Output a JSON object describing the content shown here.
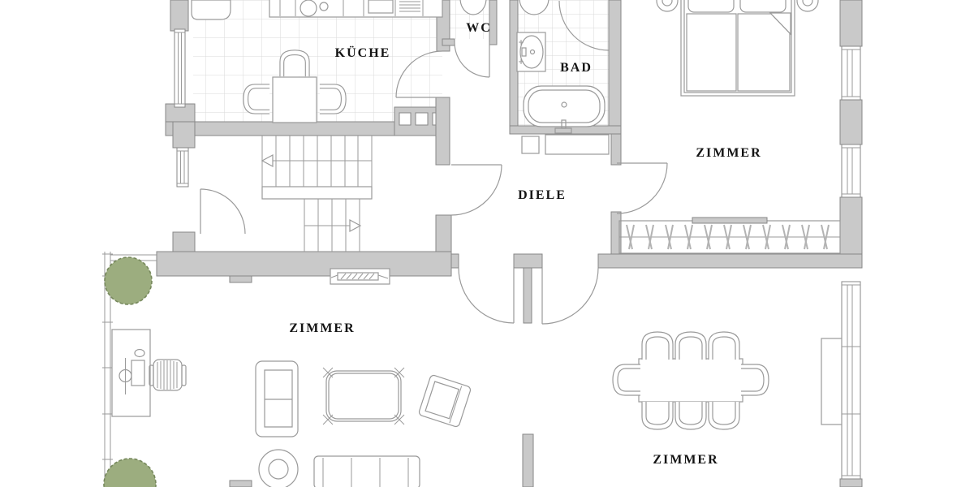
{
  "plan": {
    "kind": "apartment-floor-plan",
    "rooms": {
      "kueche": {
        "label": "KÜCHE"
      },
      "wc": {
        "label": "WC"
      },
      "bad": {
        "label": "BAD"
      },
      "diele": {
        "label": "DIELE"
      },
      "zimmer_top_right": {
        "label": "ZIMMER"
      },
      "zimmer_bottom_left": {
        "label": "ZIMMER"
      },
      "zimmer_bottom_right": {
        "label": "ZIMMER"
      }
    }
  },
  "symbols": {
    "door": "quarter-arc",
    "window": "double-line-in-wall",
    "tree": "scalloped-circle",
    "wardrobe_hangers": "diagonal-hatch",
    "stairs_up_arrow": "left-triangle",
    "stairs_down_arrow": "right-triangle"
  },
  "colors": {
    "wall_fill": "#c9c9c9",
    "wall_stroke": "#878787",
    "furniture_line": "#9a9a9a",
    "tile_line": "#dadada",
    "tree_fill": "#9cad7f",
    "tree_stroke": "#76885c",
    "label_text": "#141414",
    "background": "#ffffff"
  }
}
